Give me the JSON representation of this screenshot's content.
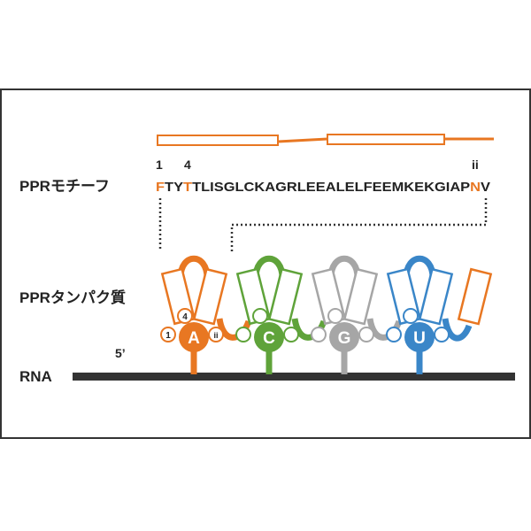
{
  "labels": {
    "motif": "PPRモチーフ",
    "protein": "PPRタンパク質",
    "rna": "RNA",
    "five_prime": "5’"
  },
  "positions": {
    "p1": "1",
    "p4": "4",
    "pii": "ii"
  },
  "sequence": {
    "first": "F",
    "part1": "TY",
    "fourth": "T",
    "part2": "TLISGLCKAGRLEEALELFEEMKEKGIAP",
    "ii": "N",
    "last": "V"
  },
  "binding_sites": {
    "first": "1",
    "fourth": "4",
    "ii": "ii"
  },
  "bases": [
    "A",
    "C",
    "G",
    "U"
  ],
  "colors": {
    "orange": "#e87722",
    "green": "#5fa33a",
    "gray": "#a6a6a6",
    "blue": "#3a86c8",
    "dark": "#333333"
  }
}
